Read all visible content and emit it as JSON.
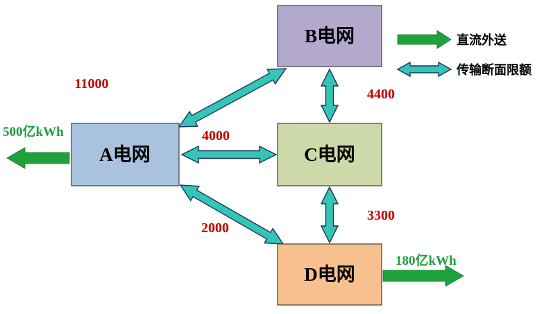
{
  "diagram": {
    "nodes": {
      "a": {
        "label": "A电网"
      },
      "b": {
        "label": "B电网"
      },
      "c": {
        "label": "C电网"
      },
      "d": {
        "label": "D电网"
      }
    },
    "limits": {
      "ab": "11000",
      "bc": "4400",
      "ac": "4000",
      "cd": "3300",
      "ad": "2000"
    },
    "exports": {
      "a": "500亿kWh",
      "d": "180亿kWh"
    },
    "legend": {
      "dc_export": "直流外送",
      "transmission_limit": "传输断面限额"
    },
    "colors": {
      "node_a": "#a9c3de",
      "node_b": "#b3a9cc",
      "node_c": "#cdd9a8",
      "node_d": "#f8c08e",
      "teal_arrow": "#35c4b5",
      "green_arrow": "#1fa23b",
      "limit_label": "#c00000",
      "export_label": "#1e9e3a"
    }
  }
}
